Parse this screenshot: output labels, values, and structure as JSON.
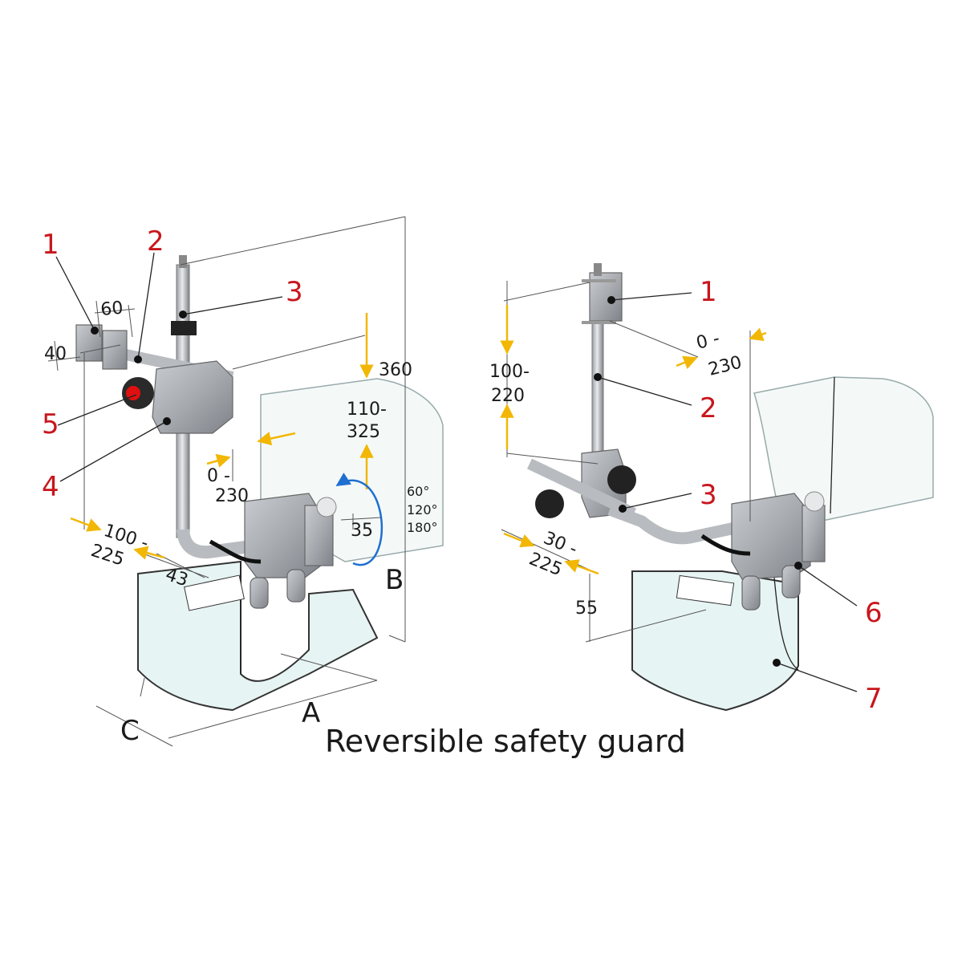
{
  "caption": "Reversible safety guard",
  "left_figure": {
    "callouts": [
      "1",
      "2",
      "3",
      "4",
      "5"
    ],
    "dimensions": {
      "d60": "60",
      "d40": "40",
      "d360": "360",
      "d110": "110-",
      "d325": "325",
      "d0": "0 -",
      "d230": "230",
      "d100": "100 -",
      "d225": "225",
      "d43": "43",
      "d35": "35",
      "a60": "60°",
      "a120": "120°",
      "a180": "180°"
    },
    "letters": {
      "A": "A",
      "B": "B",
      "C": "C"
    }
  },
  "right_figure": {
    "callouts": [
      "1",
      "2",
      "3",
      "6",
      "7"
    ],
    "dimensions": {
      "d100": "100-",
      "d220": "220",
      "d0": "0 -",
      "d230": "230",
      "d30": "30 -",
      "d225": "225",
      "d55": "55"
    }
  },
  "colors": {
    "callout": "#c8161d",
    "dimension_arrow": "#f2b705",
    "rotation_arrow": "#1f6fd1",
    "knob_red": "#e01010"
  }
}
